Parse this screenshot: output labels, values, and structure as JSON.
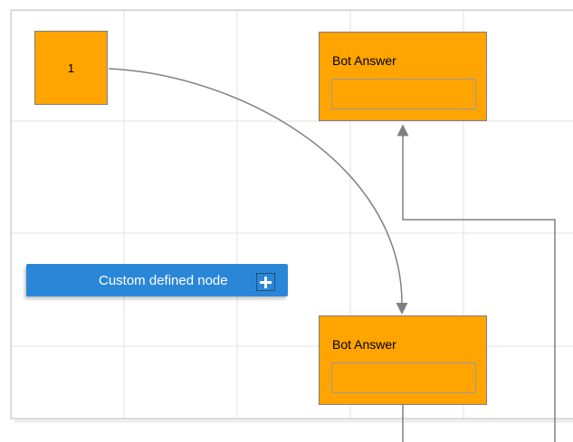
{
  "diagram": {
    "start_node": {
      "label": "1"
    },
    "bot_answer_top": {
      "title": "Bot Answer",
      "input_value": ""
    },
    "bot_answer_bottom": {
      "title": "Bot Answer",
      "input_value": ""
    },
    "custom_node": {
      "label": "Custom defined node"
    }
  },
  "icons": {
    "plus_icon": "+",
    "arrowhead_up_icon": "▲",
    "arrowhead_down_icon": "▼"
  },
  "colors": {
    "node_fill_orange": "#FFA400",
    "node_border_gray": "#7F7F7F",
    "inner_box_border": "#9C9C9C",
    "custom_button_blue": "#2A87D8",
    "custom_button_text": "#FFFFFF",
    "connector_gray": "#808080",
    "grid_line": "#E2E2E2",
    "canvas_border": "#CFCFCF",
    "background": "#FFFFFF",
    "node_text": "#000000"
  }
}
